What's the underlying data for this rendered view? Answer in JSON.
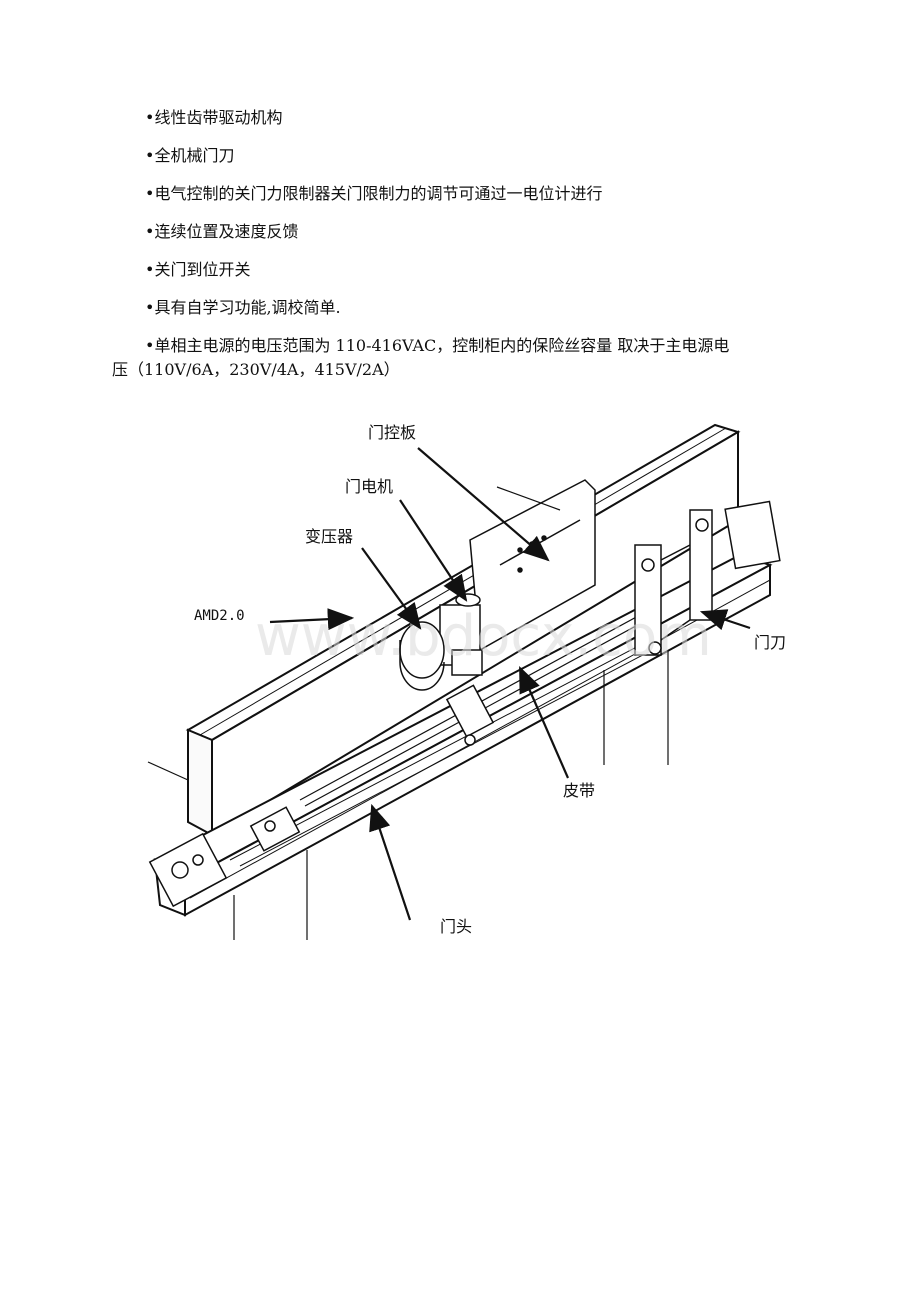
{
  "bullets": [
    "•线性齿带驱动机构",
    "•全机械门刀",
    "•电气控制的关门力限制器关门限制力的调节可通过一电位计进行",
    "•连续位置及速度反馈",
    "•关门到位开关",
    "•具有自学习功能,调校简单."
  ],
  "power_note": {
    "line1": "•单相主电源的电压范围为 110-416VAC，控制柜内的保险丝容量 取决于主电源电",
    "line2": "压（110V/6A，230V/4A，415V/2A）"
  },
  "diagram": {
    "labels": {
      "control_board": "门控板",
      "motor": "门电机",
      "transformer": "变压器",
      "model": "AMD2.0",
      "door_knife": "门刀",
      "belt": "皮带",
      "door_head": "门头"
    },
    "watermark": "www.bdocx.com"
  }
}
